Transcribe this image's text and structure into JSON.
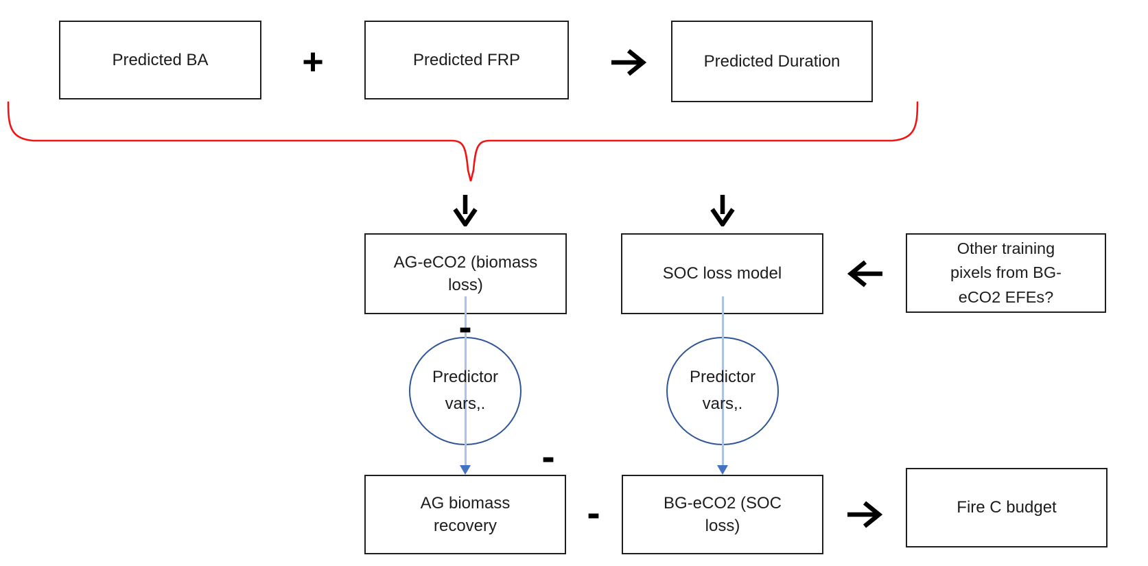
{
  "diagram": {
    "title": "Fire carbon budget model flowchart",
    "background_color": "#ffffff",
    "nodes": {
      "predicted_ba": {
        "label": "Predicted BA"
      },
      "predicted_frp": {
        "label": "Predicted FRP"
      },
      "predicted_duration": {
        "label": "Predicted Duration"
      },
      "ag_eco2": {
        "label": "AG-eCO2 (biomass\nloss)"
      },
      "soc_loss": {
        "label": "SOC loss model"
      },
      "other_training": {
        "label": "Other training\npixels from BG-\neCO2 EFEs?"
      },
      "predictor_left": {
        "label": "Predictor\nvars,."
      },
      "predictor_right": {
        "label": "Predictor\nvars,."
      },
      "ag_recovery": {
        "label": "AG biomass\nrecovery"
      },
      "bg_eco2": {
        "label": "BG-eCO2 (SOC\nloss)"
      },
      "fire_budget": {
        "label": "Fire C budget"
      }
    },
    "operators": {
      "plus": "+",
      "minus_ag": "-",
      "minus_recovery": "-",
      "minus_between": "-"
    },
    "icons": [
      "arrow-right-icon",
      "arrow-down-icon",
      "arrow-left-icon",
      "curly-brace-icon",
      "connector-arrow-icon"
    ],
    "colors": {
      "box_border": "#1f1f1f",
      "text": "#1c1c1c",
      "circle_stroke": "#2F5597",
      "connector_line": "#A9C3E6",
      "connector_arrowhead": "#4472C4",
      "brace": "#F01414",
      "arrows_and_operators": "#000000"
    }
  }
}
